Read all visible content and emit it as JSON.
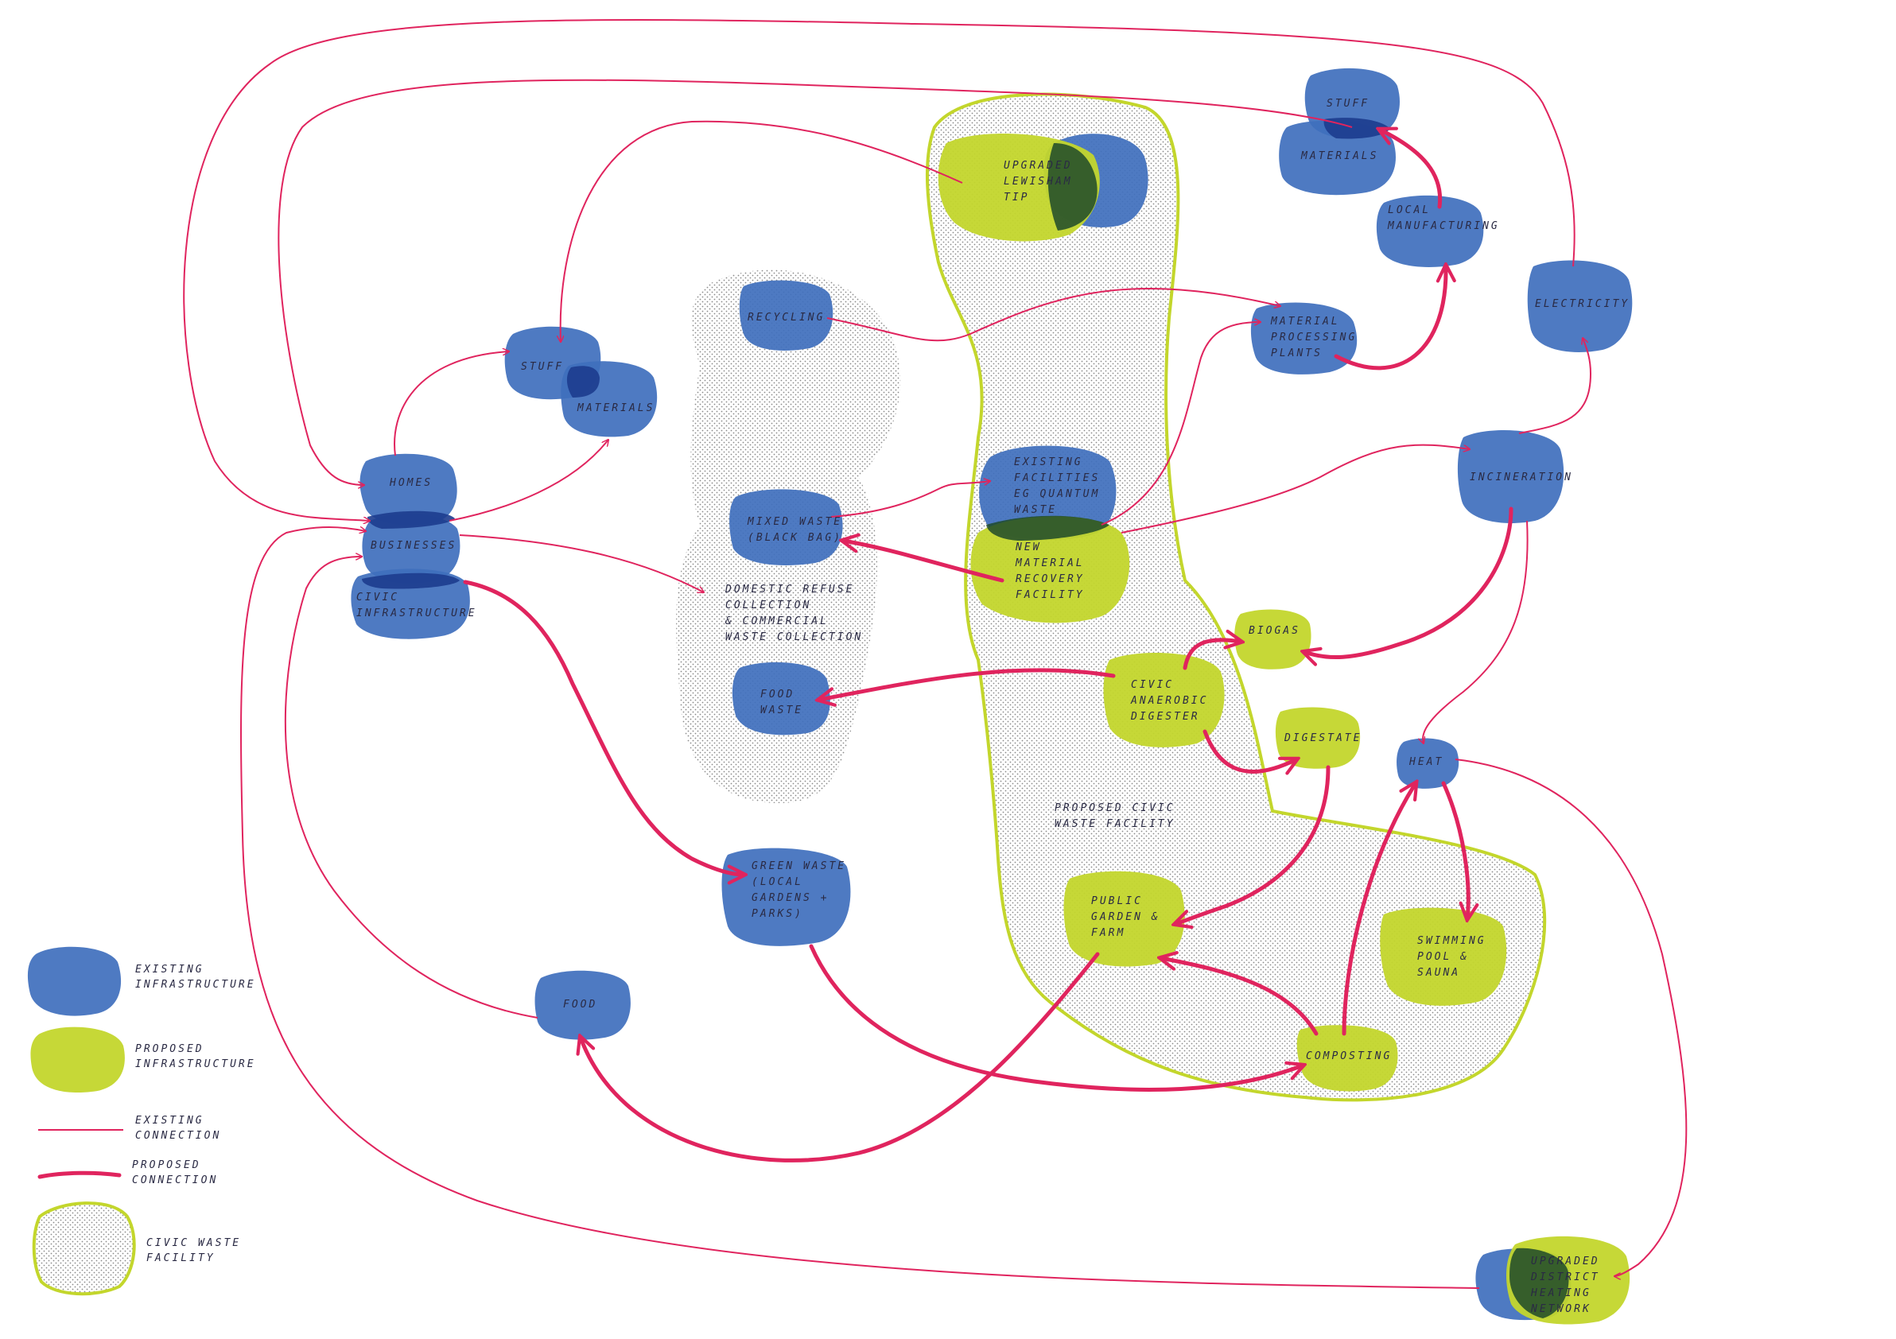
{
  "legend": {
    "existing_infrastructure": [
      "EXISTING",
      "INFRASTRUCTURE"
    ],
    "proposed_infrastructure": [
      "PROPOSED",
      "INFRASTRUCTURE"
    ],
    "existing_connection": [
      "EXISTING",
      "CONNECTION"
    ],
    "proposed_connection": [
      "PROPOSED",
      "CONNECTION"
    ],
    "civic_waste_facility": [
      "CIVIC WASTE",
      "FACILITY"
    ]
  },
  "zones": {
    "domestic_collection": [
      "DOMESTIC REFUSE",
      "COLLECTION",
      "& COMMERCIAL",
      "WASTE COLLECTION"
    ],
    "proposed_facility": [
      "PROPOSED CIVIC",
      "WASTE FACILITY"
    ]
  },
  "nodes": {
    "stuff_left": [
      "STUFF"
    ],
    "materials_left": [
      "MATERIALS"
    ],
    "homes": [
      "HOMES"
    ],
    "businesses": [
      "BUSINESSES"
    ],
    "civic_infrastructure": [
      "CIVIC",
      "INFRASTRUCTURE"
    ],
    "recycling": [
      "RECYCLING"
    ],
    "mixed_waste": [
      "MIXED WASTE",
      "(BLACK BAG)"
    ],
    "food_waste": [
      "FOOD",
      "WASTE"
    ],
    "green_waste": [
      "GREEN WASTE",
      "(LOCAL",
      "GARDENS +",
      "PARKS)"
    ],
    "food": [
      "FOOD"
    ],
    "lewisham_tip": [
      "UPGRADED",
      "LEWISHAM",
      "TIP"
    ],
    "existing_facilities": [
      "EXISTING",
      "FACILITIES",
      "EG QUANTUM",
      "WASTE"
    ],
    "new_mrf": [
      "NEW",
      "MATERIAL",
      "RECOVERY",
      "FACILITY"
    ],
    "anaerobic_digester": [
      "CIVIC",
      "ANAEROBIC",
      "DIGESTER"
    ],
    "biogas": [
      "BIOGAS"
    ],
    "digestate": [
      "DIGESTATE"
    ],
    "public_garden": [
      "PUBLIC",
      "GARDEN &",
      "FARM"
    ],
    "composting": [
      "COMPOSTING"
    ],
    "swimming_pool": [
      "SWIMMING",
      "POOL &",
      "SAUNA"
    ],
    "heat": [
      "HEAT"
    ],
    "incineration": [
      "INCINERATION"
    ],
    "electricity": [
      "ELECTRICITY"
    ],
    "material_processing": [
      "MATERIAL",
      "PROCESSING",
      "PLANTS"
    ],
    "local_manufacturing": [
      "LOCAL",
      "MANUFACTURING"
    ],
    "stuff_right": [
      "STUFF"
    ],
    "materials_right": [
      "MATERIALS"
    ],
    "district_heating": [
      "UPGRADED",
      "DISTRICT",
      "HEATING",
      "NETWORK"
    ]
  },
  "colors": {
    "existing": "#3f6fbd",
    "proposed": "#c3d62c",
    "connection": "#e0245e",
    "facility_outline": "#c3d62c",
    "stipple": "#8a8a8a"
  }
}
